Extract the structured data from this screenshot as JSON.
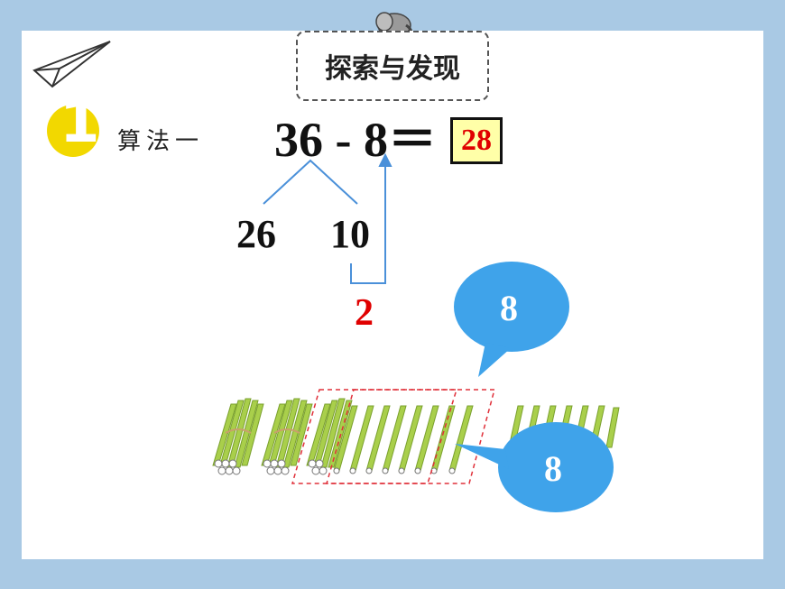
{
  "title": "探索与发现",
  "section": {
    "number": "1",
    "method_label": "算法一"
  },
  "equation": {
    "text": "36 - 8＝",
    "answer": "28"
  },
  "split": {
    "left": "26",
    "right": "10",
    "remainder": "2"
  },
  "bubbles": {
    "top": "8",
    "bottom": "8"
  },
  "colors": {
    "background": "#a9c9e4",
    "accent_yellow": "#f2d800",
    "bubble": "#3fa3ea",
    "answer_red": "#e00000",
    "stick_green": "#a9cf4b",
    "line_blue": "#4a90d9"
  },
  "icons": [
    "paper-plane-icon",
    "elephant-icon"
  ]
}
